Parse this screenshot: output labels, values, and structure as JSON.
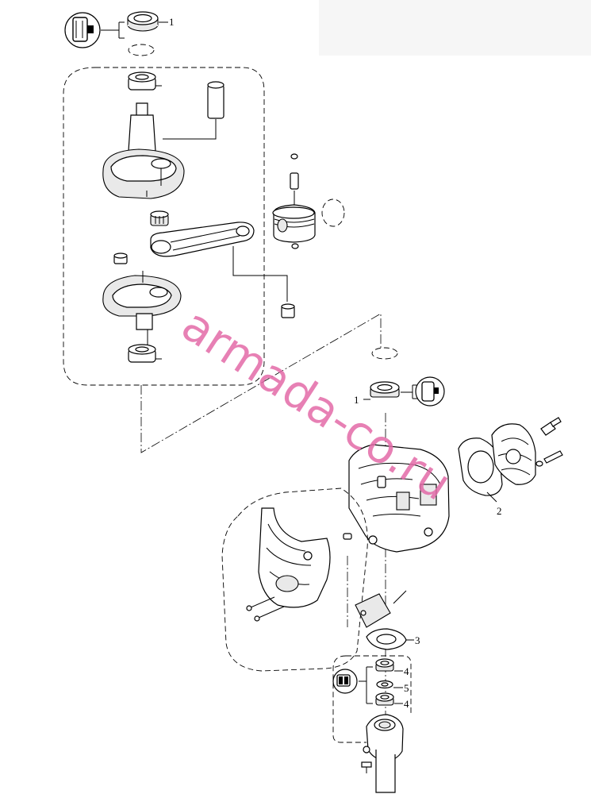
{
  "callouts": {
    "c1_top": "1",
    "c1_mid": "1",
    "c2": "2",
    "c3": "3",
    "c4_top": "4",
    "c5": "5",
    "c4_bottom": "4"
  },
  "watermark": "armada-co.ru",
  "colors": {
    "watermark": "#e36aa8",
    "line": "#000000"
  },
  "icons": [
    "grease-tube-icon",
    "grease-tube-icon",
    "oil-can-icon"
  ]
}
